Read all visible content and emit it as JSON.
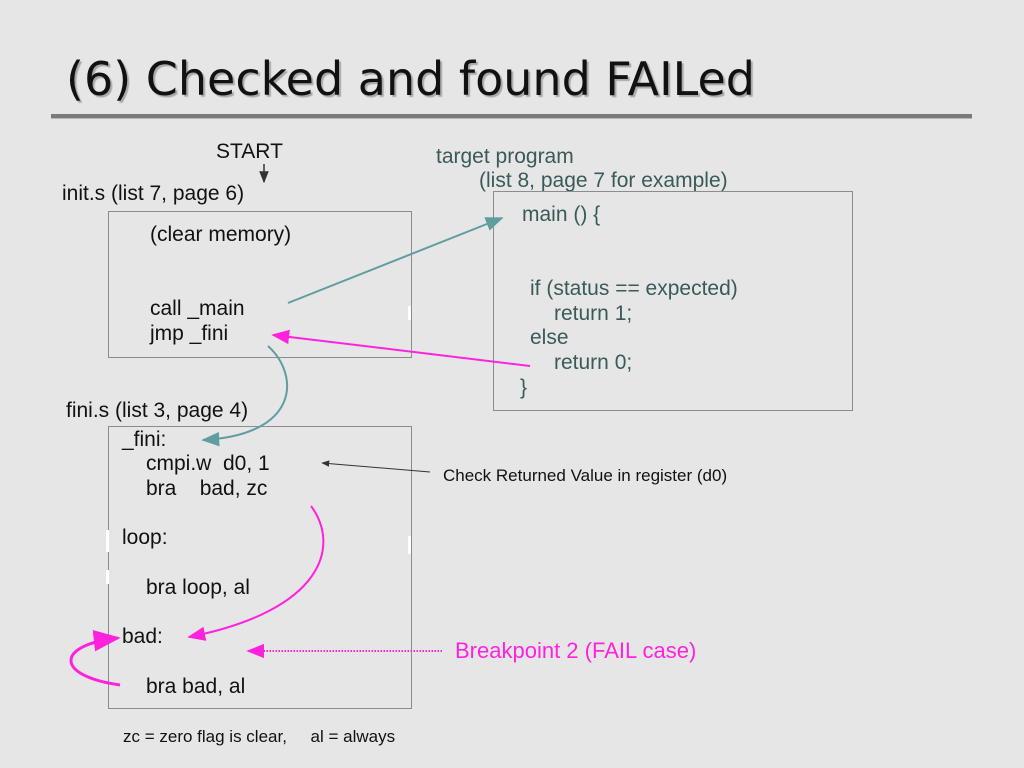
{
  "title": "(6) Checked and found FAILed",
  "start_label": "START",
  "init": {
    "label": "init.s (list 7, page 6)",
    "lines": [
      "(clear memory)",
      "call _main",
      "jmp _fini"
    ]
  },
  "target": {
    "label_line1": "target program",
    "label_line2": "(list 8, page 7 for example)",
    "lines": [
      "main () {",
      "if (status == expected)",
      "return 1;",
      "else",
      "return 0;",
      "}"
    ]
  },
  "fini": {
    "label": "fini.s (list 3, page 4)",
    "lines": [
      "_fini:",
      "cmpi.w  d0, 1",
      "bra    bad, zc",
      "loop:",
      "bra loop, al",
      "bad:",
      "bra bad, al"
    ]
  },
  "annotations": {
    "check": "Check Returned Value in register (d0)",
    "breakpoint": "Breakpoint 2 (FAIL case)",
    "legend": "zc = zero flag is clear,     al = always"
  },
  "colors": {
    "teal_arrow": "#5f9ea0",
    "magenta_arrow": "#ff22dd",
    "background": "#e6e6e6"
  }
}
